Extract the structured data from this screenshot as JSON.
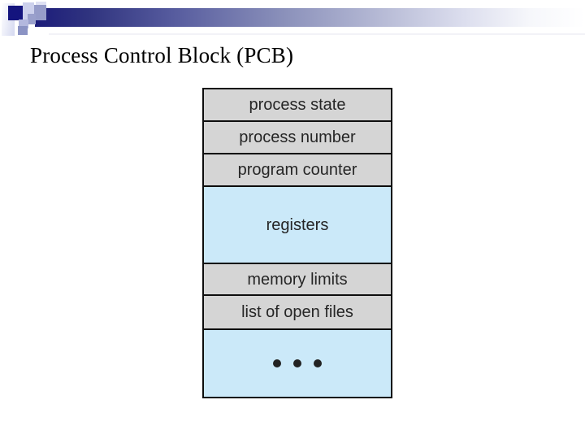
{
  "slide": {
    "title": "Process Control Block (PCB)"
  },
  "diagram": {
    "name": "process-control-block",
    "rows": [
      {
        "name": "process-state",
        "label": "process state",
        "type": "gray"
      },
      {
        "name": "process-number",
        "label": "process number",
        "type": "gray"
      },
      {
        "name": "program-counter",
        "label": "program counter",
        "type": "gray"
      },
      {
        "name": "registers",
        "label": "registers",
        "type": "blue"
      },
      {
        "name": "memory-limits",
        "label": "memory limits",
        "type": "gray"
      },
      {
        "name": "list-of-open-files",
        "label": "list of open files",
        "type": "gray"
      },
      {
        "name": "ellipsis",
        "label": "...",
        "type": "blue",
        "dots": 3
      }
    ]
  },
  "colors": {
    "row_gray": "#d5d5d5",
    "row_blue": "#cbe9f9",
    "diagram_border": "#0d0d0d",
    "diagram_text": "#262626",
    "title_text": "#000000",
    "bar_navy": "#1c1c7a",
    "deco_navy": "#14147e",
    "deco_lavender_light": "#ccd0ec",
    "deco_lavender_mid": "#b3b8de",
    "deco_slate": "#969cc9",
    "deco_slate_dark": "#8b93c4"
  }
}
